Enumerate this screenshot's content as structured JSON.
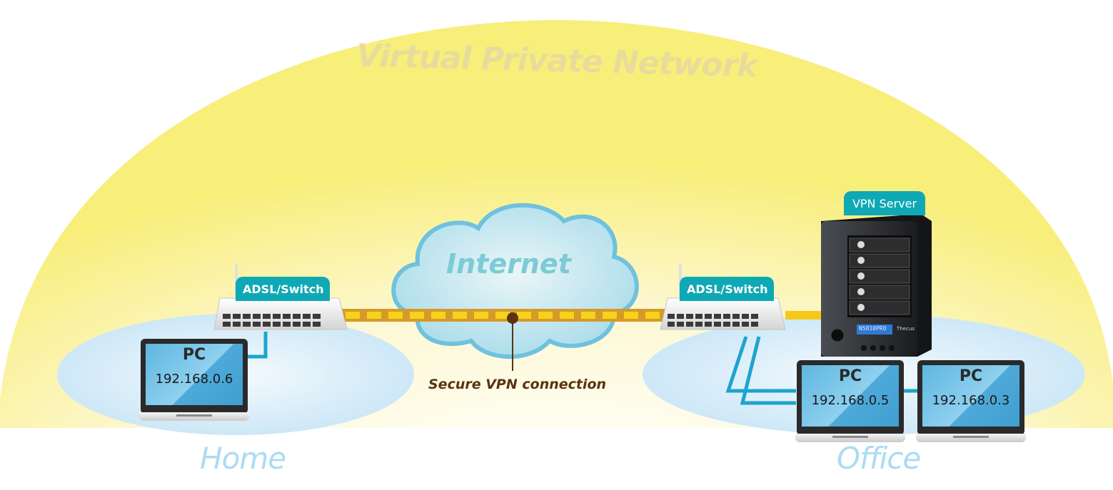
{
  "title": "Virtual Private Network",
  "cloud": {
    "label": "Internet"
  },
  "connection": {
    "label": "Secure VPN connection"
  },
  "zones": {
    "home": {
      "label": "Home"
    },
    "office": {
      "label": "Office"
    }
  },
  "devices": {
    "home_router": {
      "label": "ADSL/Switch"
    },
    "office_router": {
      "label": "ADSL/Switch"
    },
    "vpn_server": {
      "label": "VPN Server",
      "display_text": "N5810PRO",
      "brand": "Thecus"
    },
    "home_pc": {
      "name": "PC",
      "ip": "192.168.0.6"
    },
    "office_pc_1": {
      "name": "PC",
      "ip": "192.168.0.5"
    },
    "office_pc_2": {
      "name": "PC",
      "ip": "192.168.0.3"
    }
  },
  "colors": {
    "vpn_glow": "#f8ee7a",
    "zone_fill": "#cfe8f7",
    "tag": "#0fa8b5",
    "tunnel": "#d59a2a",
    "tunnel_dash": "#f7d21a",
    "cable": "#1ea3cf"
  }
}
